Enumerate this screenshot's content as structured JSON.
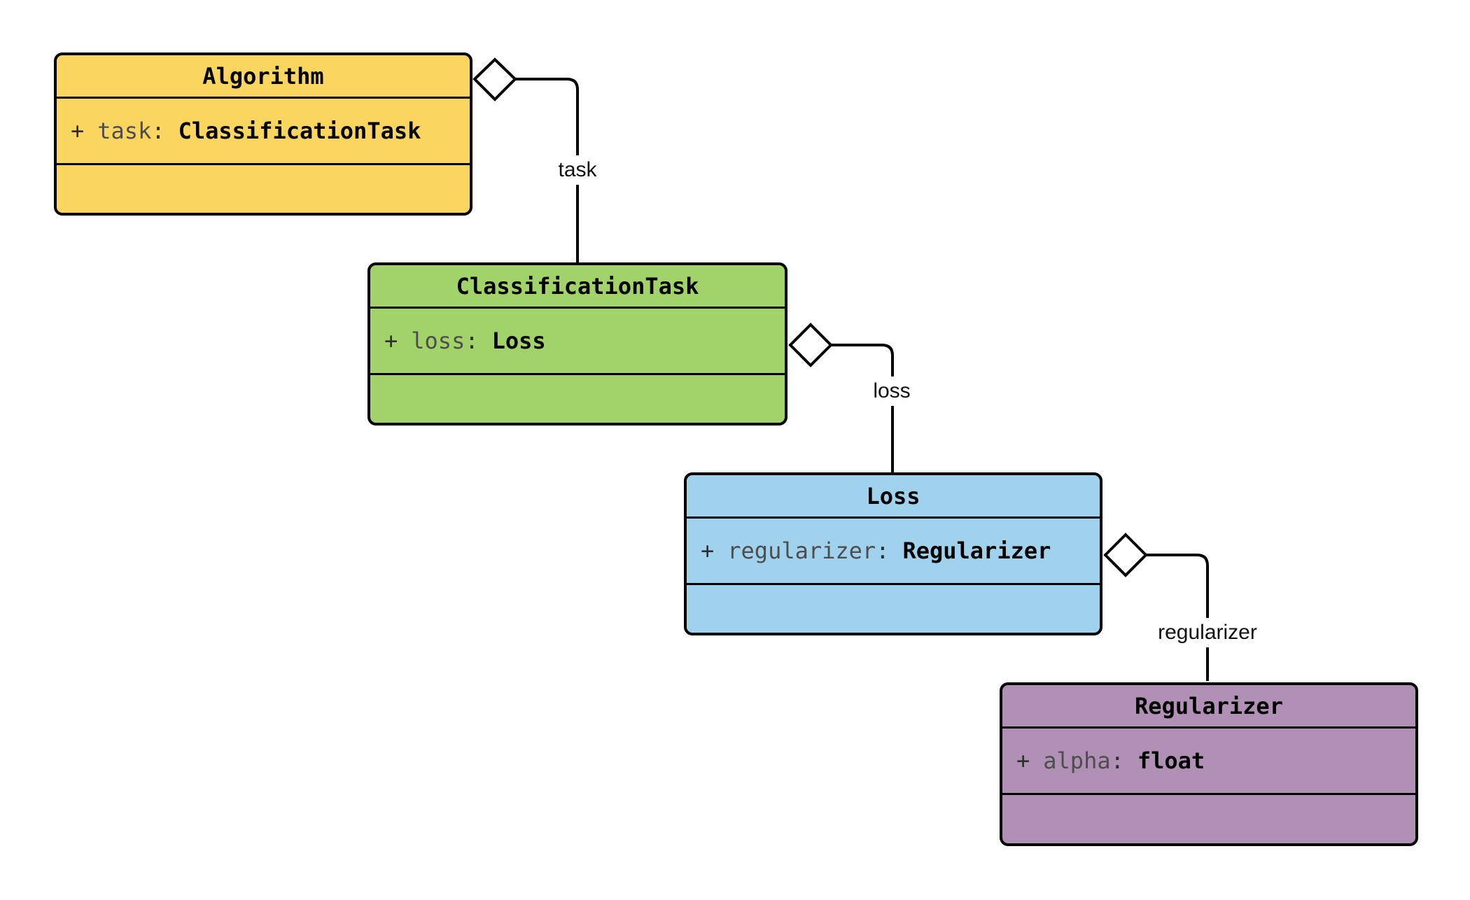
{
  "diagram": {
    "type": "uml-class-diagram",
    "background": "#FFFFFF",
    "classes": [
      {
        "name": "Algorithm",
        "fill": "#FAD55F",
        "attribute": {
          "visibility": "+",
          "name": "task",
          "colon": ":",
          "type": "ClassificationTask"
        }
      },
      {
        "name": "ClassificationTask",
        "fill": "#A2D36A",
        "attribute": {
          "visibility": "+",
          "name": "loss",
          "colon": ":",
          "type": "Loss"
        }
      },
      {
        "name": "Loss",
        "fill": "#A0D2EE",
        "attribute": {
          "visibility": "+",
          "name": "regularizer",
          "colon": ":",
          "type": "Regularizer"
        }
      },
      {
        "name": "Regularizer",
        "fill": "#B190B5",
        "attribute": {
          "visibility": "+",
          "name": "alpha",
          "colon": ":",
          "type": "float"
        }
      }
    ],
    "edges": [
      {
        "from": "Algorithm",
        "to": "ClassificationTask",
        "label": "task",
        "marker": "aggregation-diamond"
      },
      {
        "from": "ClassificationTask",
        "to": "Loss",
        "label": "loss",
        "marker": "aggregation-diamond"
      },
      {
        "from": "Loss",
        "to": "Regularizer",
        "label": "regularizer",
        "marker": "aggregation-diamond"
      }
    ],
    "colors": {
      "border": "#000000",
      "line": "#000000",
      "attr_name": "#4D4D4D",
      "attr_type": "#000000",
      "label_text": "#111111",
      "diamond_fill": "#FFFFFF"
    }
  }
}
